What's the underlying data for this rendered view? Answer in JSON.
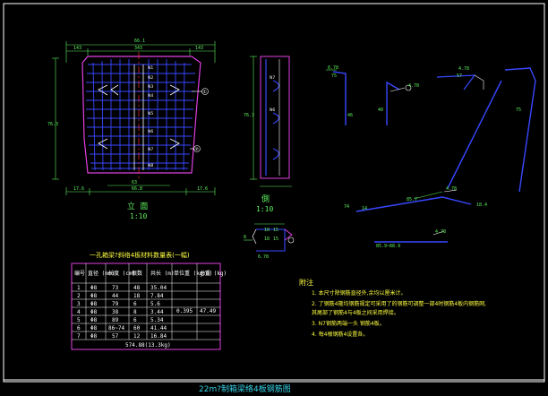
{
  "front_view": {
    "dims_top": [
      "66.1",
      "143",
      "343",
      "143"
    ],
    "dims_left": [
      "76.3"
    ],
    "dims_bottom": [
      "17.6",
      "63",
      "66.8",
      "17.6"
    ],
    "bar_labels": [
      "N1",
      "N2",
      "N3",
      "N4",
      "N5",
      "N6",
      "N7",
      "N8"
    ],
    "callout_1": "①",
    "callout_2": "②",
    "title": "立  面",
    "scale": "1:10"
  },
  "side_view": {
    "dims": [
      "76.3"
    ],
    "bar_labels": [
      "N7",
      "N6"
    ],
    "title": "側",
    "scale": "1:10"
  },
  "detail_hook": {
    "labels": [
      "18",
      "15",
      "18",
      "15",
      "8",
      "6.78"
    ]
  },
  "bar_shapes": {
    "labels": [
      "6.78",
      "75",
      "46",
      "4.78",
      "40",
      "57",
      "4.78",
      "75",
      "85.7",
      "4.78",
      "14",
      "18.4",
      "85.9~88.9",
      "4.78",
      "74"
    ]
  },
  "table": {
    "title": "一孔箱梁?斜络4板材料数量表(一幅)",
    "headers": [
      "编号",
      "直径\n(mm)",
      "长度\n(cm)",
      "根数",
      "共长\n(m)",
      "单位重\n(kg/m)",
      "总重\n(kg)"
    ],
    "rows": [
      [
        "1",
        "Φ8",
        "73",
        "48",
        "35.04"
      ],
      [
        "2",
        "Φ8",
        "44",
        "18",
        "7.84"
      ],
      [
        "3",
        "Φ8",
        "79",
        "6",
        "5.6"
      ],
      [
        "4",
        "Φ8",
        "38",
        "8",
        "3.44"
      ],
      [
        "5",
        "Φ8",
        "89",
        "6",
        "5.34"
      ],
      [
        "6",
        "Φ8",
        "86~74",
        "60",
        "41.44"
      ],
      [
        "7",
        "Φ8",
        "57",
        "12",
        "16.84"
      ]
    ],
    "unit_weight": "0.395",
    "total_weight": "47.49",
    "footer": "574.88(13.3kg)"
  },
  "notes": {
    "title": "附注",
    "items": [
      "1. 本尺寸除钢筋直径外,余均以厘米计。",
      "2. 了钢筋4箍均钢筋规定可采用了的钢筋可调整一部4时钢筋4板内钢筋网,",
      "   其尾部了钢筋4与4板之间采用焊接。",
      "3. N7钢筋两端一头 钢筋4板。",
      "4. 每4根钢筋4设置各。"
    ]
  },
  "drawing_title": "22m?制箱梁络4板钢筋图"
}
